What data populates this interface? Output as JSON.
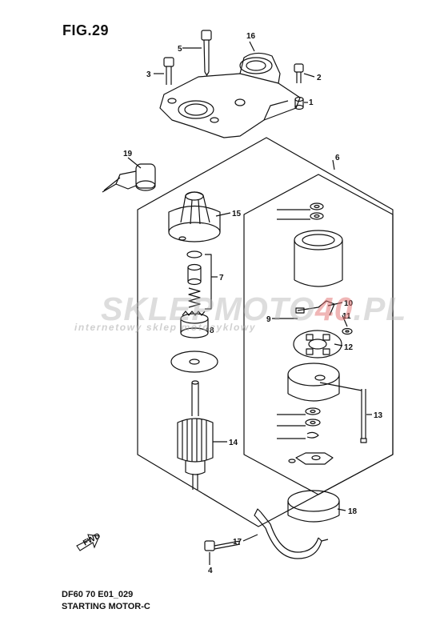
{
  "figure": {
    "title": "FIG.29",
    "code": "DF60 70 E01_029",
    "name": "STARTING MOTOR-C"
  },
  "watermark": {
    "part_a": "SKLEPMOTO",
    "part_b": "40",
    "part_c": ".PL",
    "subtitle": "internetowy sklep motocyklowy"
  },
  "callouts": {
    "c1": "1",
    "c2": "2",
    "c3": "3",
    "c4": "4",
    "c5": "5",
    "c6": "6",
    "c7": "7",
    "c8": "8",
    "c9": "9",
    "c10": "10",
    "c11": "11",
    "c12": "12",
    "c13": "13",
    "c14": "14",
    "c15": "15",
    "c16": "16",
    "c17": "17",
    "c18": "18",
    "c19": "19"
  },
  "direction_arrow": "FWD",
  "colors": {
    "line": "#111111",
    "watermark_accent": "#e26e6e",
    "watermark_gray": "#b4b4b4"
  }
}
